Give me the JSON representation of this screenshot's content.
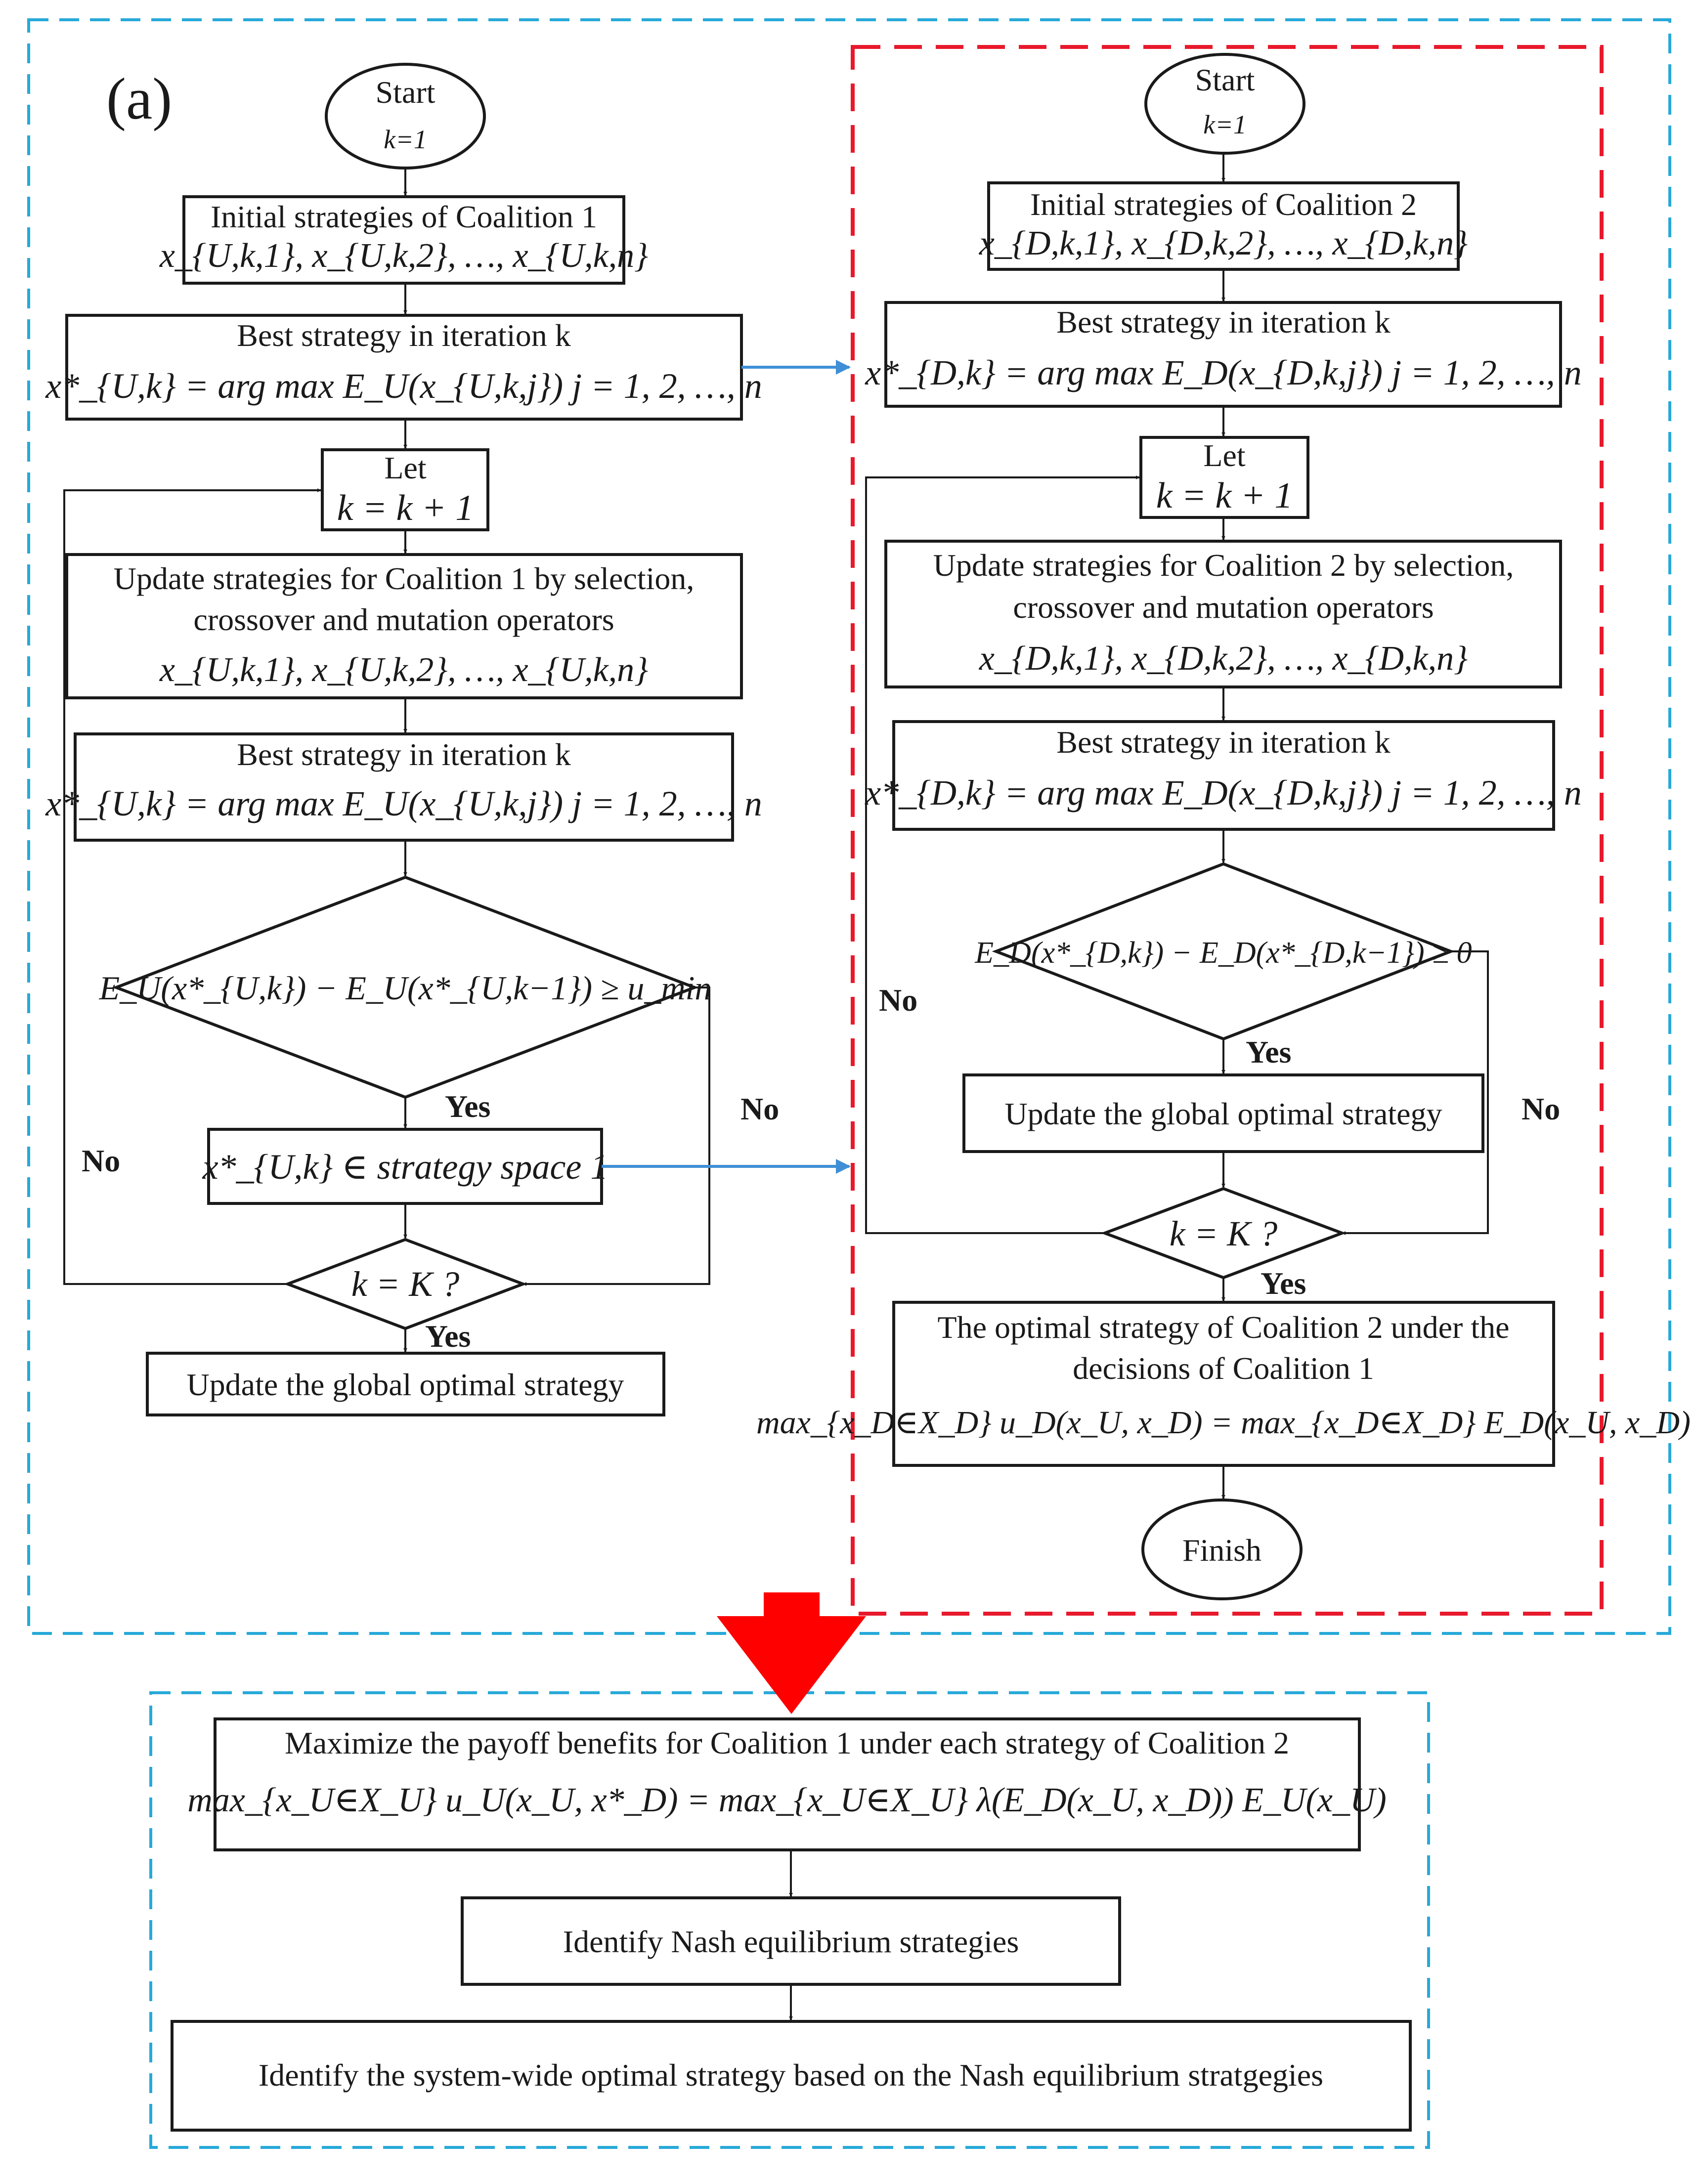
{
  "colors": {
    "outer_frame": "#27a9d8",
    "coalition2_frame": "#e8192c",
    "transfer_arrow": "#3f8fd6",
    "merge_arrow": "#ff0000",
    "ink": "#1a1a1a"
  },
  "panel_label": "(a)",
  "coalition1": {
    "start_label": "Start",
    "start_k": "k=1",
    "initial_title": "Initial strategies of Coalition 1",
    "initial_vars": "x_{U,k,1}, x_{U,k,2}, …, x_{U,k,n}",
    "best_title": "Best strategy in iteration k",
    "best_formula": "x*_{U,k} = arg max E_U(x_{U,k,j})   j = 1, 2, …, n",
    "let_label": "Let",
    "let_formula": "k = k + 1",
    "update_title_1": "Update strategies for Coalition 1  by selection,",
    "update_title_2": "crossover and mutation operators",
    "update_vars": "x_{U,k,1}, x_{U,k,2}, …, x_{U,k,n}",
    "best2_title": "Best strategy in iteration k",
    "best2_formula": "x*_{U,k} = arg max E_U(x_{U,k,j})   j = 1, 2, …, n",
    "condition": "E_U(x*_{U,k}) − E_U(x*_{U,k−1}) ≥ u_min",
    "yes_1": "Yes",
    "no_1": "No",
    "no_2": "No",
    "space_formula": "x*_{U,k} ∈ strategy space 1",
    "check": "k = K ?",
    "yes_2": "Yes",
    "global_update": "Update the global optimal strategy"
  },
  "coalition2": {
    "start_label": "Start",
    "start_k": "k=1",
    "initial_title": "Initial strategies of Coalition 2",
    "initial_vars": "x_{D,k,1}, x_{D,k,2}, …, x_{D,k,n}",
    "best_title": "Best strategy in iteration k",
    "best_formula": "x*_{D,k} = arg max E_D(x_{D,k,j})   j = 1, 2, …, n",
    "let_label": "Let",
    "let_formula": "k = k + 1",
    "update_title_1": "Update strategies for Coalition 2  by selection,",
    "update_title_2": "crossover and mutation operators",
    "update_vars": "x_{D,k,1}, x_{D,k,2}, …, x_{D,k,n}",
    "best2_title": "Best strategy in iteration k",
    "best2_formula": "x*_{D,k} = arg max E_D(x_{D,k,j})   j = 1, 2, …, n",
    "condition": "E_D(x*_{D,k}) − E_D(x*_{D,k−1}) ≥ 0",
    "no_left": "No",
    "yes_1": "Yes",
    "global_update": "Update the global optimal strategy",
    "no_right": "No",
    "check": "k = K ?",
    "yes_2": "Yes",
    "optimal_title_1": "The optimal strategy of Coalition 2 under the",
    "optimal_title_2": "decisions of Coalition 1",
    "optimal_formula": "max_{x_D∈X_D} u_D(x_U, x_D) = max_{x_D∈X_D} E_D(x_U, x_D)",
    "finish_label": "Finish"
  },
  "bottom": {
    "maximize_title": "Maximize the payoff benefits for Coalition 1 under each strategy of Coalition 2",
    "maximize_formula": "max_{x_U∈X_U} u_U(x_U, x*_D) = max_{x_U∈X_U} λ(E_D(x_U, x_D)) E_U(x_U)",
    "nash": "Identify Nash equilibrium strategies",
    "system": "Identify the system-wide optimal strategy based on the Nash equilibrium stratgegies"
  }
}
